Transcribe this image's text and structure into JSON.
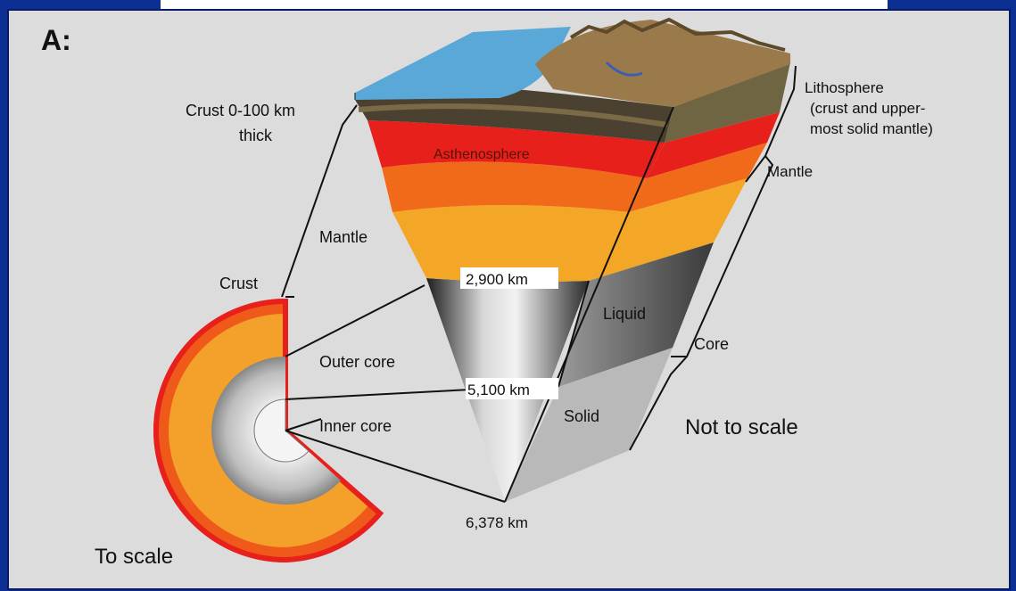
{
  "diagram": {
    "panel_label": "A:",
    "labels": {
      "crust_thickness_line1": "Crust 0-100 km",
      "crust_thickness_line2": "thick",
      "lithosphere_line1": "Lithosphere",
      "lithosphere_line2": "(crust and upper-",
      "lithosphere_line3": "most solid mantle)",
      "asthenosphere": "Asthenosphere",
      "mantle_right": "Mantle",
      "mantle_left": "Mantle",
      "crust_left": "Crust",
      "depth_2900": "2,900 km",
      "liquid": "Liquid",
      "core": "Core",
      "outer_core": "Outer core",
      "depth_5100": "5,100 km",
      "inner_core": "Inner core",
      "solid": "Solid",
      "not_to_scale": "Not to scale",
      "depth_6378": "6,378 km",
      "to_scale": "To scale"
    },
    "colors": {
      "background": "#dcdcdc",
      "frame": "#0b2f93",
      "ocean": "#5aa8d8",
      "crust_dark": "#3a3526",
      "asthenosphere": "#e8201c",
      "upper_mantle": "#f06a1a",
      "lower_mantle": "#f4a626",
      "outer_core": "#3a3a3a",
      "inner_core": "#c8c8c8"
    }
  }
}
